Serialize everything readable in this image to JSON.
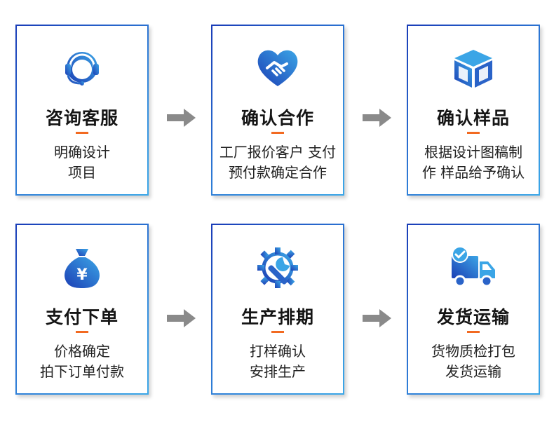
{
  "colors": {
    "accent": "#f26a21",
    "border_start": "#1a3db8",
    "border_end": "#3aa7e8",
    "icon_start": "#1c3fb5",
    "icon_end": "#3ba5e6",
    "arrow": "#8a8a8a"
  },
  "steps": [
    {
      "title": "咨询客服",
      "desc": [
        "明确设计",
        "项目"
      ],
      "icon": "headset-icon"
    },
    {
      "title": "确认合作",
      "desc": [
        "工厂报价客户 支付",
        "预付款确定合作"
      ],
      "icon": "handshake-icon"
    },
    {
      "title": "确认样品",
      "desc": [
        "根据设计图稿制",
        "作 样品给予确认"
      ],
      "icon": "box-icon"
    },
    {
      "title": "支付下单",
      "desc": [
        "价格确定",
        "拍下订单付款"
      ],
      "icon": "money-bag-icon"
    },
    {
      "title": "生产排期",
      "desc": [
        "打样确认",
        "安排生产"
      ],
      "icon": "gear-wrench-icon"
    },
    {
      "title": "发货运输",
      "desc": [
        "货物质检打包",
        "发货运输"
      ],
      "icon": "delivery-truck-icon"
    }
  ]
}
